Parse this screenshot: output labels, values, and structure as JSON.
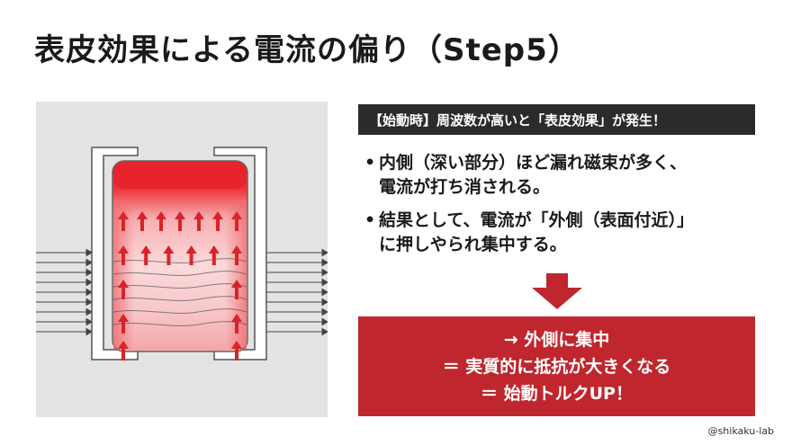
{
  "title": "表皮効果による電流の偏り（Step5）",
  "header": "【始動時】周波数が高いと「表皮効果」が発生！",
  "bullets": [
    {
      "marker": "•",
      "lines": [
        "内側（深い部分）ほど漏れ磁束が多く、",
        "電流が打ち消される。"
      ]
    },
    {
      "marker": "•",
      "lines": [
        "結果として、電流が「外側（表面付近）」",
        "に押しやられ集中する。"
      ]
    }
  ],
  "result": {
    "lines": [
      "→ 外側に集中",
      "＝ 実質的に抵抗が大きくなる",
      "＝ 始動トルクUP！"
    ]
  },
  "watermark": "@shikaku-lab",
  "colors": {
    "accent_red": "#c0262d",
    "header_bg": "#2b2b2b",
    "diagram_bg": "#e3e3e3"
  },
  "diagram": {
    "arrow_rows": [
      7,
      6,
      2,
      2,
      2
    ],
    "arrow_direction": "up",
    "flux_line_count": 9
  }
}
